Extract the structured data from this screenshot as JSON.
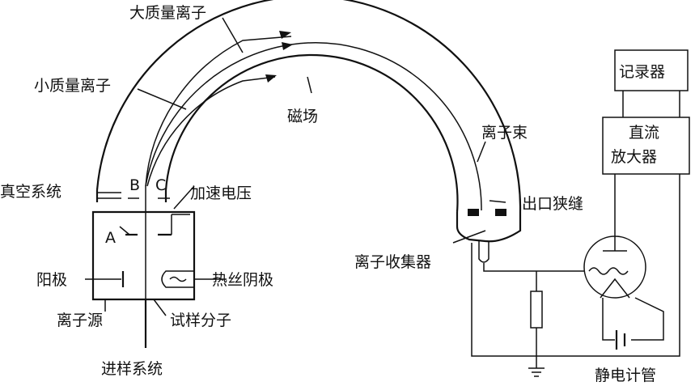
{
  "labels": {
    "large_mass_ion": "大质量离子",
    "small_mass_ion": "小质量离子",
    "magnetic_field": "磁场",
    "ion_beam": "离子束",
    "recorder": "记录器",
    "dc_amplifier_line1": "直流",
    "dc_amplifier_line2": "放大器",
    "exit_slit": "出口狭缝",
    "ion_collector": "离子收集器",
    "vacuum_system": "真空系统",
    "electrode_b": "B",
    "electrode_c": "C",
    "accelerating_voltage": "加速电压",
    "electrode_a": "A",
    "anode": "阳极",
    "hot_filament_cathode": "热丝阴极",
    "ion_source": "离子源",
    "sample_molecules": "试样分子",
    "sample_inlet_system": "进样系统",
    "electrometer_tube": "静电计管"
  }
}
